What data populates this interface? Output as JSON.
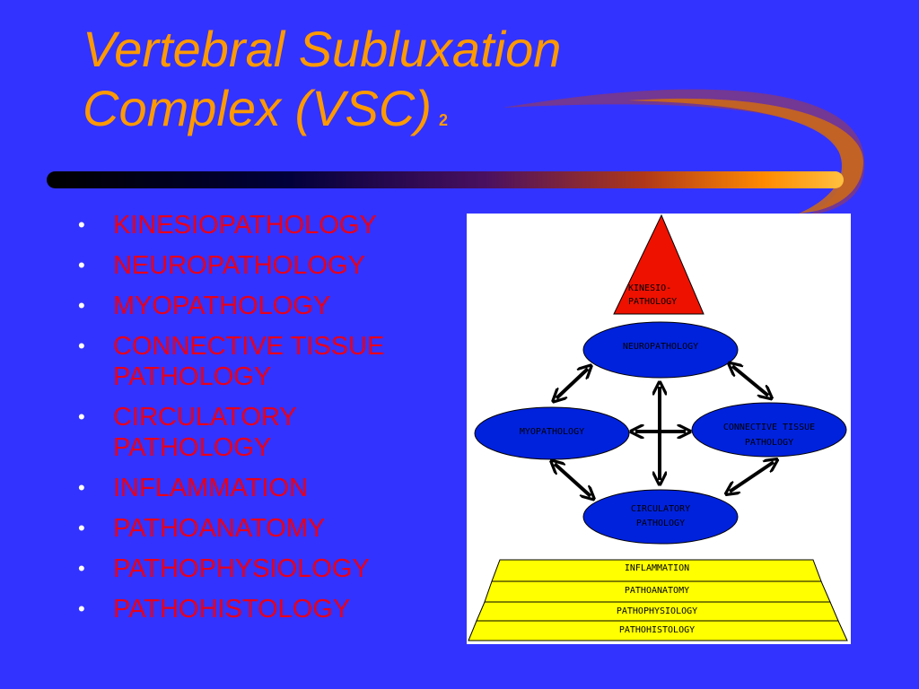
{
  "slide": {
    "title_line1": "Vertebral Subluxation",
    "title_line2": "Complex  (VSC)",
    "title_suffix": "2"
  },
  "bullets": [
    "KINESIOPATHOLOGY",
    "NEUROPATHOLOGY",
    "MYOPATHOLOGY",
    "CONNECTIVE TISSUE PATHOLOGY",
    "CIRCULATORY PATHOLOGY",
    "INFLAMMATION",
    "PATHOANATOMY",
    "PATHOPHYSIOLOGY",
    "PATHOHISTOLOGY"
  ],
  "diagram": {
    "triangle_line1": "KINESIO-",
    "triangle_line2": "PATHOLOGY",
    "neuro": "NEUROPATHOLOGY",
    "myo": "MYOPATHOLOGY",
    "connective_line1": "CONNECTIVE TISSUE",
    "connective_line2": "PATHOLOGY",
    "circulatory_line1": "CIRCULATORY",
    "circulatory_line2": "PATHOLOGY",
    "tiers": [
      "INFLAMMATION",
      "PATHOANATOMY",
      "PATHOPHYSIOLOGY",
      "PATHOHISTOLOGY"
    ]
  },
  "colors": {
    "background": "#3333ff",
    "title": "#ff9900",
    "bullet_text": "#e8001a",
    "triangle": "#ee1100",
    "ellipse": "#0022dd",
    "tier": "#ffff00"
  }
}
